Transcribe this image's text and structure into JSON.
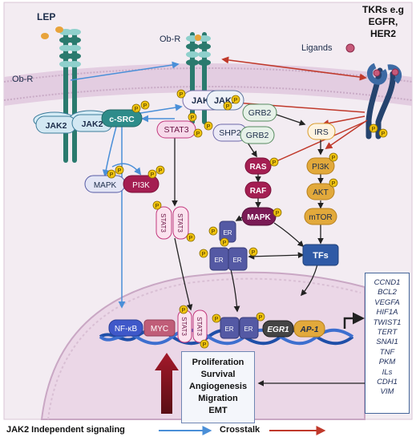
{
  "receptors": {
    "ligand_label": "LEP",
    "obr_left_label": "Ob-R",
    "obr_center_label": "Ob-R",
    "tkr_label_line1": "TKRs e.g",
    "tkr_label_line2": "EGFR,",
    "tkr_label_line3": "HER2",
    "ligands_label": "Ligands"
  },
  "nodes": {
    "jak2": "JAK2",
    "csrc": "c-SRC",
    "stat3": "STAT3",
    "shp2": "SHP2",
    "grb2": "GRB2",
    "irs": "IRS",
    "ras": "RAS",
    "raf": "RAF",
    "mapk": "MAPK",
    "pi3k": "PI3K",
    "akt": "AKT",
    "mtor": "mTOR",
    "er": "ER",
    "tfs": "TFs",
    "p": "P"
  },
  "nucleus": {
    "nfkb": "NF-κB",
    "myc": "MYC",
    "stat3": "STAT3",
    "er": "ER",
    "egr1": "EGR1",
    "ap1": "AP-1"
  },
  "genes": [
    "CCND1",
    "BCL2",
    "VEGFA",
    "HIF1A",
    "TWIST1",
    "TERT",
    "SNAI1",
    "TNF",
    "PKM",
    "ILs",
    "CDH1",
    "VIM"
  ],
  "outcomes": [
    "Proliferation",
    "Survival",
    "Angiogenesis",
    "Migration",
    "EMT"
  ],
  "legend": {
    "jak2_independent": "JAK2 Independent signaling",
    "crosstalk": "Crosstalk",
    "jak2_independent_color": "#4a8fd8",
    "crosstalk_color": "#c0392b"
  },
  "colors": {
    "membrane": "#e2cde0",
    "cytoplasm": "#f2eaf1",
    "nucleus": "#ead7e6",
    "receptor_teal": "#2a7a6e",
    "receptor_light": "#8fd0cc",
    "tkr_navy": "#25436e",
    "phospho": "#f1c40f",
    "maroon": "#9e1a4f",
    "orange_node": "#e2a93b",
    "er_purple": "#5459a4"
  }
}
